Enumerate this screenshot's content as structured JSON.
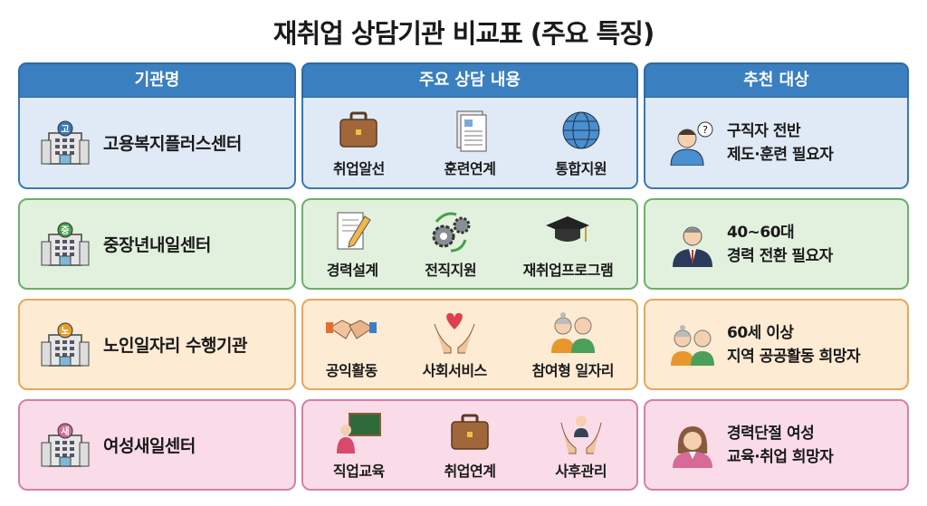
{
  "title": "재취업 상담기관 비교표 (주요 특징)",
  "headers": [
    "기관명",
    "주요 상담 내용",
    "추천 대상"
  ],
  "colors": {
    "header": "#3a7fc0",
    "row_blue": "#dfeaf6",
    "row_green": "#e2f1de",
    "row_orange": "#fdebd3",
    "row_pink": "#f9dce8"
  },
  "rows": [
    {
      "org": {
        "name": "고용복지플러스센터",
        "badge": "고",
        "badge_color": "#3a78b8",
        "icon": "building-icon"
      },
      "services": [
        {
          "label": "취업알선",
          "icon": "briefcase-icon"
        },
        {
          "label": "훈련연계",
          "icon": "document-icon"
        },
        {
          "label": "통합지원",
          "icon": "globe-icon"
        }
      ],
      "target": {
        "line1": "구직자 전반",
        "line2": "제도·훈련 필요자",
        "icon": "person-question-icon"
      }
    },
    {
      "org": {
        "name": "중장년내일센터",
        "badge": "중",
        "badge_color": "#4a9e4a",
        "icon": "building-icon"
      },
      "services": [
        {
          "label": "경력설계",
          "icon": "notepad-pencil-icon"
        },
        {
          "label": "전직지원",
          "icon": "gears-icon"
        },
        {
          "label": "재취업프로그램",
          "icon": "graduation-cap-icon"
        }
      ],
      "target": {
        "line1": "40~60대",
        "line2": "경력 전환 필요자",
        "icon": "businessman-icon"
      }
    },
    {
      "org": {
        "name": "노인일자리 수행기관",
        "badge": "노",
        "badge_color": "#e0a030",
        "icon": "building-icon"
      },
      "services": [
        {
          "label": "공익활동",
          "icon": "handshake-icon"
        },
        {
          "label": "사회서비스",
          "icon": "heart-hands-icon"
        },
        {
          "label": "참여형 일자리",
          "icon": "elderly-couple-icon"
        }
      ],
      "target": {
        "line1": "60세 이상",
        "line2": "지역 공공활동 희망자",
        "icon": "elderly-couple-icon"
      }
    },
    {
      "org": {
        "name": "여성새일센터",
        "badge": "새",
        "badge_color": "#d06a98",
        "icon": "building-icon"
      },
      "services": [
        {
          "label": "직업교육",
          "icon": "teacher-board-icon"
        },
        {
          "label": "취업연계",
          "icon": "briefcase-icon"
        },
        {
          "label": "사후관리",
          "icon": "hands-person-icon"
        }
      ],
      "target": {
        "line1": "경력단절 여성",
        "line2": "교육·취업 희망자",
        "icon": "woman-icon"
      }
    }
  ]
}
